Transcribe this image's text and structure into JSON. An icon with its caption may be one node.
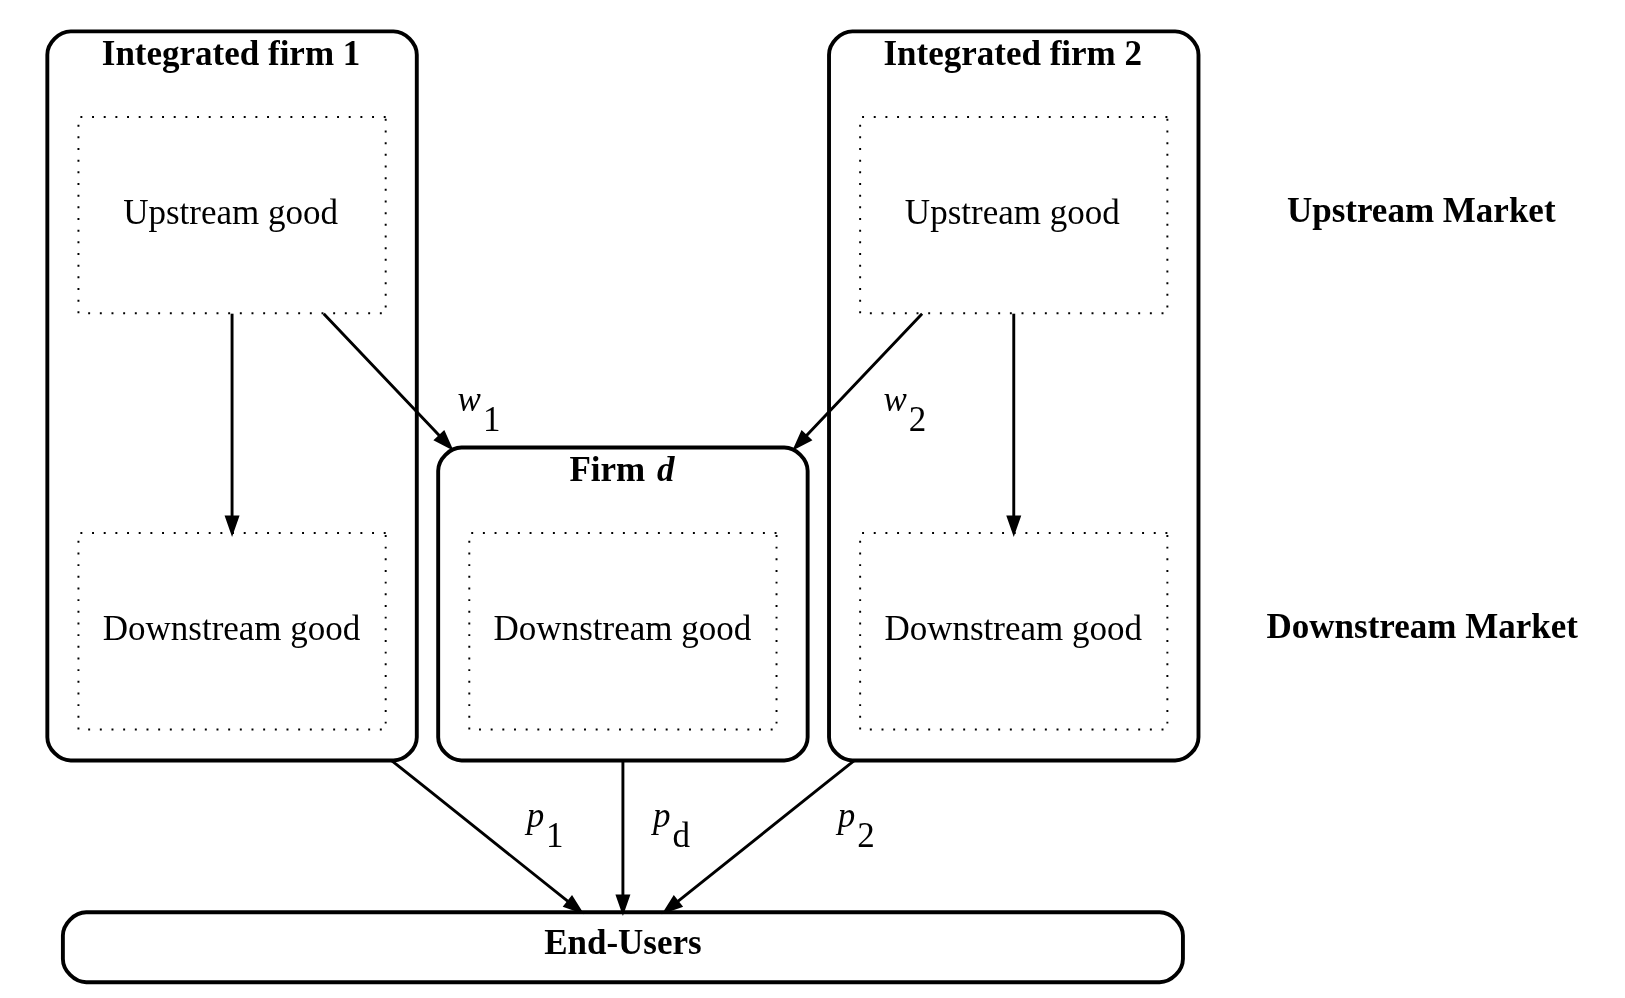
{
  "diagram": {
    "nodes": [
      {
        "text": [
          "Integrated firm 1"
        ]
      },
      {
        "text": [
          "Upstream good"
        ],
        "in": 0
      },
      {
        "text": [
          "Downstream good"
        ],
        "in": 0
      },
      {
        "text": [
          "Firm *d*"
        ]
      },
      {
        "text": [
          "Downstream good"
        ],
        "in": 3
      },
      {
        "text": [
          "Integrated firm 2"
        ]
      },
      {
        "text": [
          "Upstream good"
        ],
        "in": 5
      },
      {
        "text": [
          "Downstream good"
        ],
        "in": 5
      },
      {
        "text": [
          "End-Users"
        ]
      }
    ],
    "edges": [
      {
        "from": 1,
        "to": 2,
        "arrow": "to"
      },
      {
        "from": 1,
        "to": 3,
        "arrow": "to",
        "label": "*w*$_{1}$"
      },
      {
        "from": 6,
        "to": 3,
        "arrow": "to",
        "label": "*w*$_{2}$"
      },
      {
        "from": 6,
        "to": 7,
        "arrow": "to"
      },
      {
        "from": 0,
        "to": 8,
        "arrow": "to",
        "label": "*p*$_{1}$"
      },
      {
        "from": 3,
        "to": 8,
        "arrow": "to",
        "label": "*p*$_{d}$"
      },
      {
        "from": 5,
        "to": 8,
        "arrow": "to",
        "label": "*p*$_{2}$"
      }
    ],
    "labels": [
      "Upstream Market",
      "Downstream Market"
    ]
  }
}
